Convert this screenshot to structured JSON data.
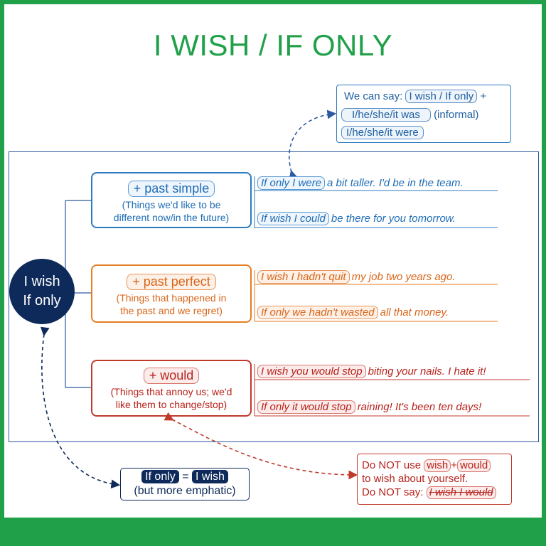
{
  "title": "I WISH / IF ONLY",
  "info_box": {
    "prefix": "We can say:",
    "pill": "I wish / If only",
    "plus": "+",
    "option1": "I/he/she/it was",
    "option1_note": "(informal)",
    "option2": "I/he/she/it were"
  },
  "center": {
    "line1": "I wish",
    "line2": "If only"
  },
  "categories": [
    {
      "head": "+ past simple",
      "desc_line1": "(Things we'd like to be",
      "desc_line2": "different now/in the future)",
      "examples": [
        {
          "pill": "If only I were",
          "rest": "a bit taller. I'd be in the team."
        },
        {
          "pill": "If wish I could",
          "rest": "be there for you tomorrow."
        }
      ]
    },
    {
      "head": "+ past perfect",
      "desc_line1": "(Things that happened in",
      "desc_line2": "the past and we regret)",
      "examples": [
        {
          "pill": "I wish I hadn't quit",
          "rest": "my job two years ago."
        },
        {
          "pill": "If only we hadn't wasted",
          "rest": "all that money."
        }
      ]
    },
    {
      "head": "+ would",
      "desc_line1": "(Things that annoy us; we'd",
      "desc_line2": "like them to change/stop)",
      "examples": [
        {
          "pill": "I wish you would stop",
          "rest": "biting your nails. I hate it!"
        },
        {
          "pill": "If only it would stop",
          "rest": "raining! It's been ten days!"
        }
      ]
    }
  ],
  "emphasis_box": {
    "pill1": "If only",
    "equals": "=",
    "pill2": "I wish",
    "note": "(but more emphatic)"
  },
  "note_box": {
    "line1_prefix": "Do NOT use",
    "pill1": "wish",
    "plus": "+",
    "pill2": "would",
    "line2": "to wish about yourself.",
    "line3_prefix": "Do NOT say:",
    "wrong": "I wish I would"
  },
  "colors": {
    "green": "#21a04a",
    "navy": "#0e2a5a",
    "blue": "#1f6db5",
    "orange": "#d9661a",
    "red": "#b8211a"
  }
}
